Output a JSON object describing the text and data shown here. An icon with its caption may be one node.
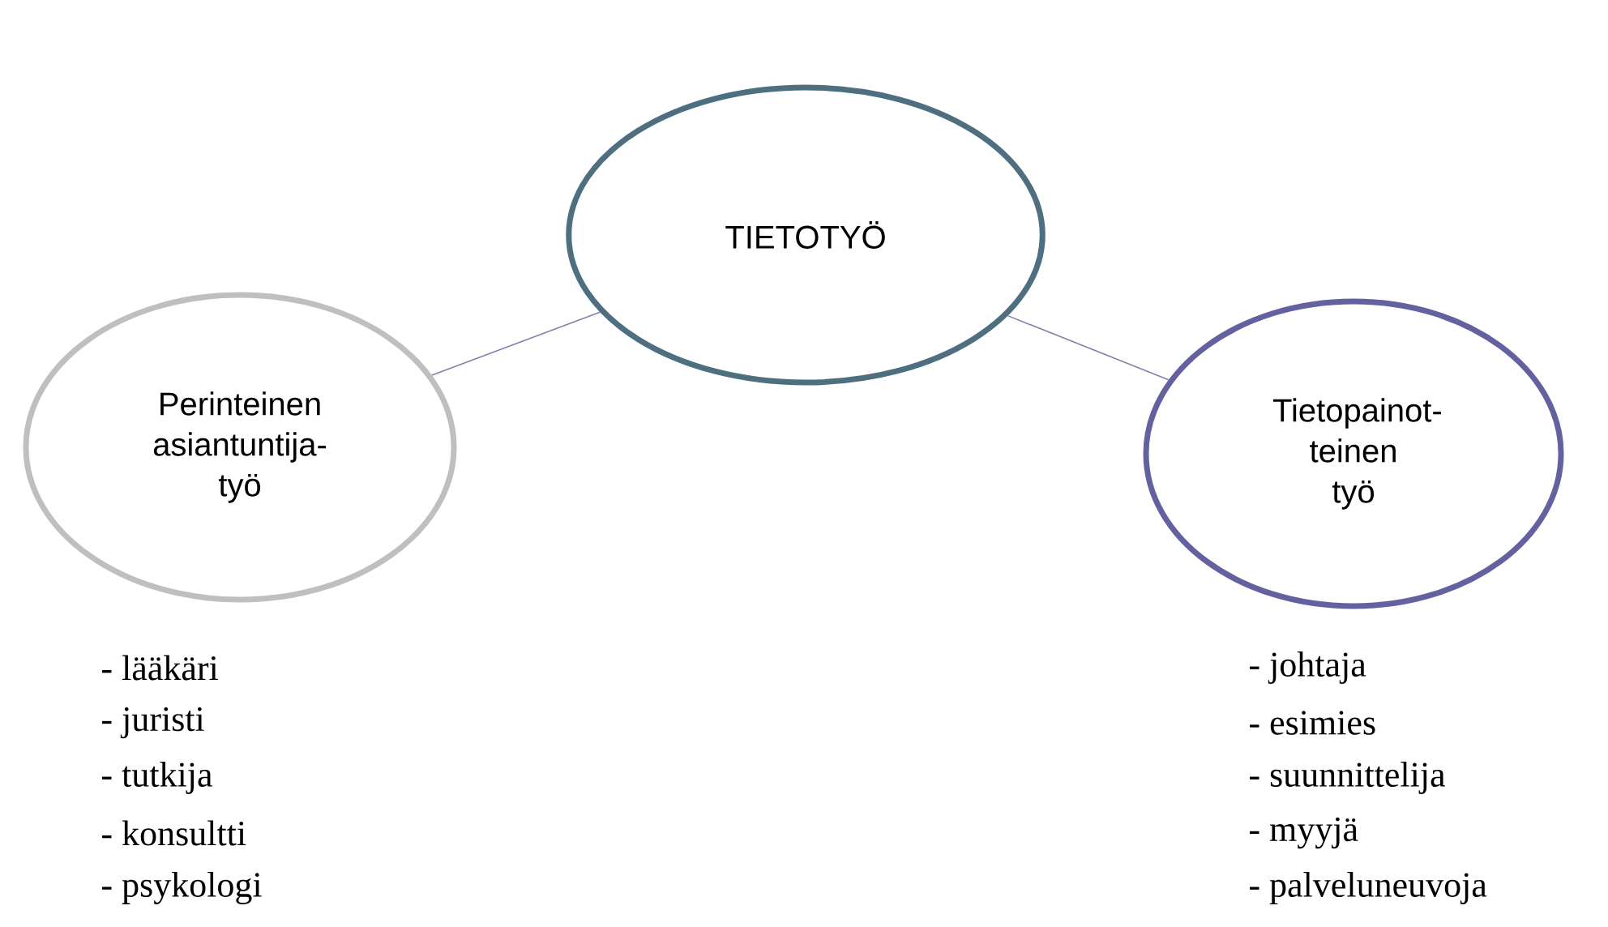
{
  "diagram": {
    "nodes": [
      {
        "text": [
          "TIETOTYÖ"
        ]
      },
      {
        "text": [
          "Perinteinen asiantuntija-työ"
        ],
        "beside": [
          "- lääkäri",
          "- juristi",
          "- tutkija",
          "- konsultti",
          "- psykologi"
        ]
      },
      {
        "text": [
          "Tietopainot-teinen työ"
        ],
        "beside": [
          "- johtaja",
          "- esimies",
          "- suunnittelija",
          "- myyjä",
          "- palveluneuvoja"
        ]
      }
    ],
    "edges": [
      {
        "from": 0,
        "to": 1,
        "arrow": "none"
      },
      {
        "from": 0,
        "to": 2,
        "arrow": "none"
      }
    ]
  }
}
